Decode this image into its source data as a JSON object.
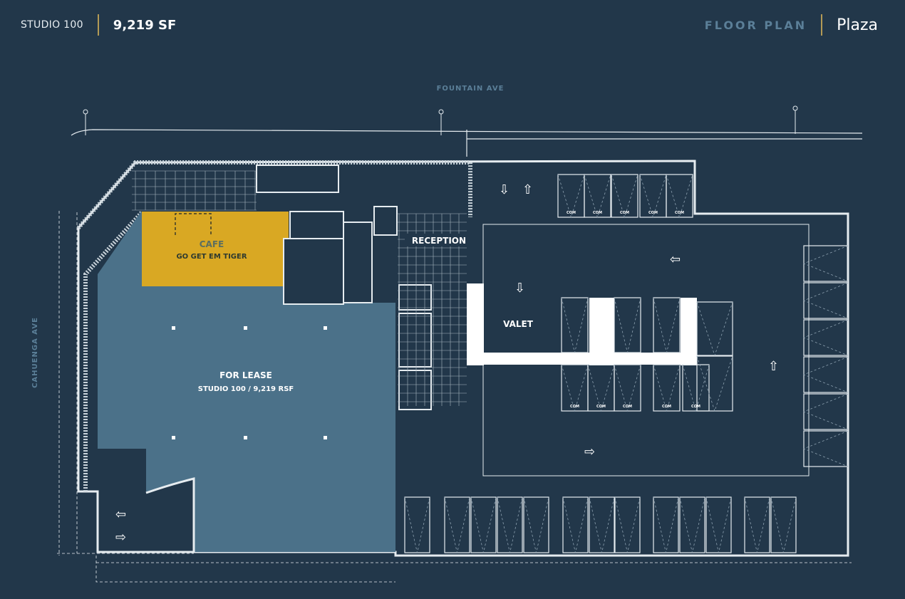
{
  "header": {
    "suite": "STUDIO 100",
    "area": "9,219 SF",
    "section": "FLOOR PLAN",
    "building": "Plaza"
  },
  "plan": {
    "streets": {
      "north": "FOUNTAIN AVE",
      "west": "CAHUENGA AVE"
    },
    "rooms": {
      "cafe_title": "CAFE",
      "cafe_tenant": "GO GET EM TIGER",
      "lease_title": "FOR LEASE",
      "lease_detail": "STUDIO 100 / 9,219 RSF",
      "reception": "RECEPTION",
      "valet": "VALET"
    },
    "stall_label": "COM"
  },
  "colors": {
    "background": "#22374a",
    "lease": "#4b7189",
    "cafe": "#d9a823",
    "accent_divider": "#b39a55",
    "line": "#e6ecf0"
  }
}
